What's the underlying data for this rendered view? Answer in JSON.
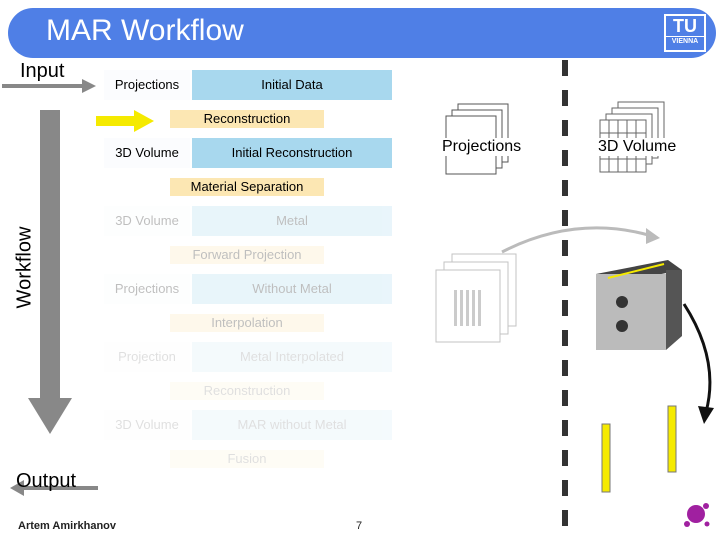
{
  "title": "MAR Workflow",
  "logo": {
    "main": "TU",
    "sub": "VIENNA"
  },
  "side_labels": {
    "input": "Input",
    "output": "Output",
    "workflow": "Workflow"
  },
  "stages": [
    {
      "left": "Projections",
      "right": "Initial Data",
      "step": "Reconstruction"
    },
    {
      "left": "3D Volume",
      "right": "Initial Reconstruction",
      "step": "Material Separation"
    },
    {
      "left": "3D Volume",
      "right": "Metal",
      "step": "Forward Projection"
    },
    {
      "left": "Projections",
      "right": "Without Metal",
      "step": "Interpolation"
    },
    {
      "left": "Projection",
      "right": "Metal Interpolated",
      "step": "Reconstruction"
    },
    {
      "left": "3D Volume",
      "right": "MAR without Metal",
      "step": "Fusion"
    }
  ],
  "right_labels": {
    "projections": "Projections",
    "volume": "3D Volume"
  },
  "footer": {
    "author": "Artem Amirkhanov",
    "page": "7"
  }
}
